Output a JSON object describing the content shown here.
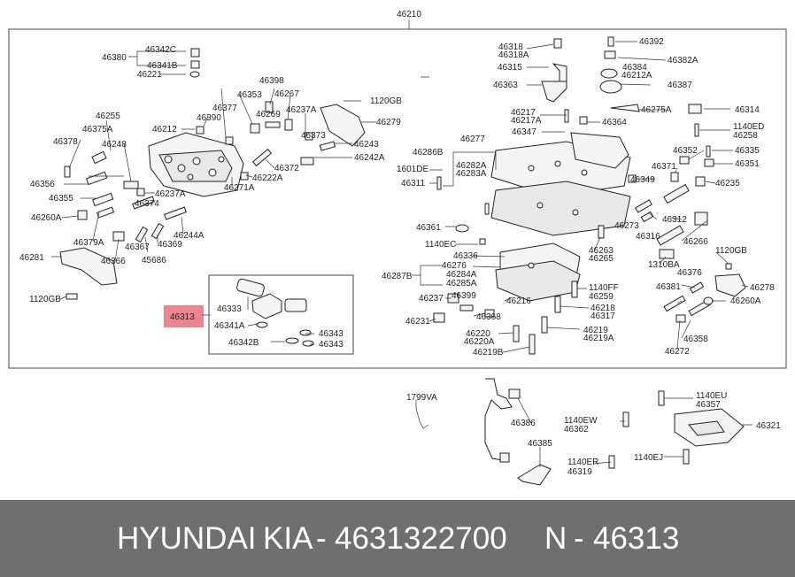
{
  "assembly_number": "46210",
  "highlight_color": "#e8707a",
  "footer_bg": "#6f6f6f",
  "footer": {
    "brand": "HYUNDAI",
    "brand2": "KIA",
    "dash1": "-",
    "part_number": "4631322700",
    "n_label": "N",
    "dash2": "-",
    "ref_number": "46313"
  },
  "labels": [
    "46380",
    "46342C",
    "46341B",
    "46221",
    "46398",
    "46267",
    "46353",
    "46269",
    "46377",
    "46390",
    "46212",
    "46255",
    "46375A",
    "46378",
    "46248",
    "46237A",
    "46373",
    "1120GB",
    "46279",
    "46243",
    "46242A",
    "46372",
    "46222A",
    "46271A",
    "46356",
    "46237A",
    "46355",
    "46374",
    "46260A",
    "46244A",
    "46379A",
    "46367",
    "46369",
    "45686",
    "46366",
    "46281",
    "1120GB",
    "46313",
    "46333",
    "46341A",
    "46342B",
    "46343",
    "46343",
    "46318",
    "46318A",
    "46392",
    "46382A",
    "46315",
    "46384",
    "46212A",
    "46387",
    "46363",
    "46314",
    "46275A",
    "46217",
    "46217A",
    "46364",
    "1140ED",
    "46258",
    "46347",
    "46335",
    "46351",
    "46352",
    "46277",
    "46286B",
    "46282A",
    "46283A",
    "1601DE",
    "46311",
    "46349",
    "46371",
    "46235",
    "46273",
    "46312",
    "46316",
    "46266",
    "1310BA",
    "46361",
    "1140EC",
    "46263",
    "46265",
    "46336",
    "46276",
    "46287B",
    "46284A",
    "46285A",
    "1120GB",
    "46278",
    "46376",
    "1140FF",
    "46259",
    "46381",
    "46260A",
    "46237",
    "46399",
    "46231",
    "46368",
    "46216",
    "46218",
    "46317",
    "46220",
    "46220A",
    "46219",
    "46219A",
    "46219B",
    "46358",
    "46272",
    "1799VA",
    "46386",
    "1140EU",
    "46357",
    "1140EW",
    "46362",
    "46321",
    "46385",
    "1140ER",
    "46319",
    "1140EJ"
  ]
}
